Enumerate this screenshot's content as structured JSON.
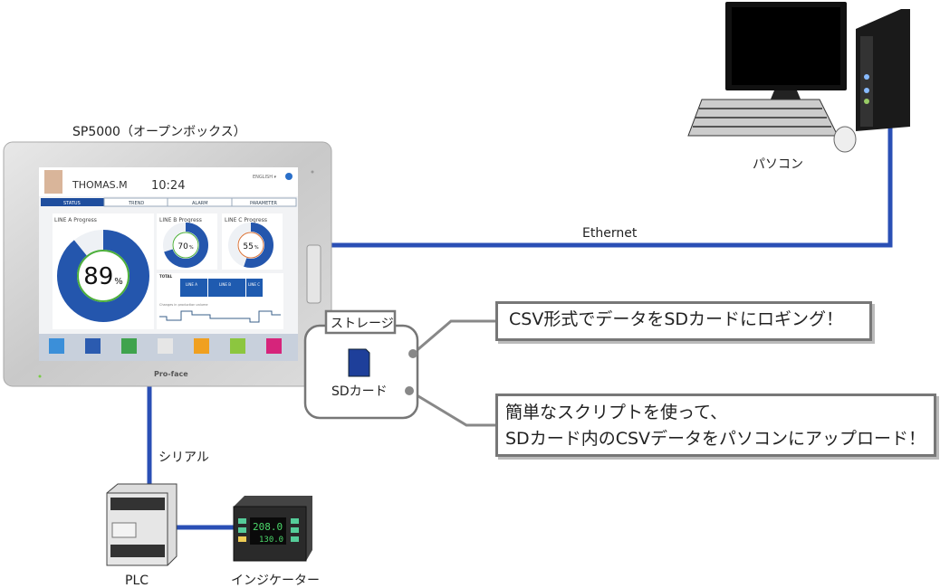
{
  "hmi": {
    "title": "SP5000（オープンボックス）",
    "brand": "Pro-face",
    "screen": {
      "user": "THOMAS.M",
      "time": "10:24",
      "language": "ENGLISH ▾",
      "tabs": [
        "STATUS",
        "TREND",
        "ALARM",
        "PARAMETER"
      ],
      "line_a": {
        "label": "LINE A Progress",
        "value": "89",
        "unit": "%",
        "fraction": 0.89
      },
      "line_b": {
        "label": "LINE B Progress",
        "value": "70",
        "unit": "%",
        "fraction": 0.7
      },
      "line_c": {
        "label": "LINE C Progress",
        "value": "55",
        "unit": "%",
        "fraction": 0.55
      },
      "bar_rows": [
        "LINE A",
        "LINE B",
        "LINE C"
      ],
      "bar_label": "TOTAL",
      "trend_label": "Changes in production volume",
      "apps": [
        "settings",
        "word",
        "excel",
        "viewer",
        "play",
        "edit",
        "list"
      ]
    }
  },
  "pc": {
    "label": "パソコン"
  },
  "links": {
    "ethernet": "Ethernet",
    "serial": "シリアル"
  },
  "plc": {
    "label": "PLC"
  },
  "indicator": {
    "label": "インジケーター",
    "value1": "208.0",
    "value2": "130.0"
  },
  "storage": {
    "tag": "ストレージ",
    "sd_label": "SDカード"
  },
  "callouts": {
    "logging": "CSV形式でデータをSDカードにロギング！",
    "upload_line1": "簡単なスクリプトを使って、",
    "upload_line2": "SDカード内のCSVデータをパソコンにアップロード！"
  },
  "colors": {
    "link": "#2a4fb5",
    "accent": "#1f4e9e",
    "callout_border": "#777777"
  }
}
